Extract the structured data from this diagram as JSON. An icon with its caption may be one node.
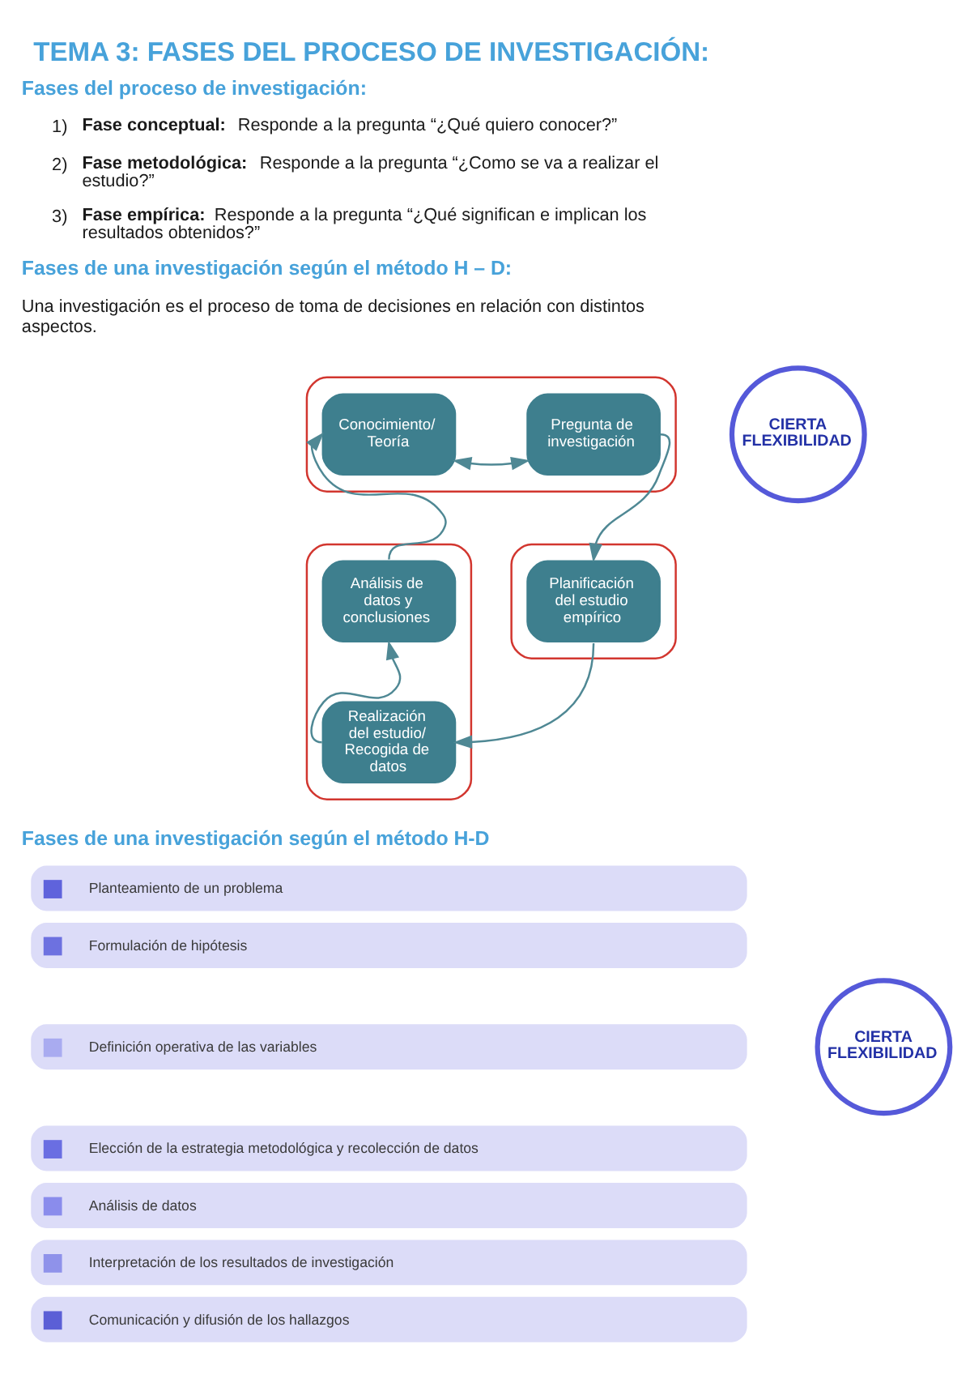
{
  "diagram": {
    "title": "TEMA 3: FASES DEL PROCESO DE INVESTIGACIÓN:",
    "nodes": [
      {
        "text": [],
        "shape": "ellipse"
      },
      {
        "text": [
          "Conocimiento/ Teoría"
        ],
        "in": 0
      },
      {
        "text": [
          "Pregunta de investigación"
        ],
        "in": 0
      },
      {
        "text": [
          "CIERTA FLEXIBILIDAD"
        ]
      },
      {
        "text": [],
        "shape": "ellipse"
      },
      {
        "text": [
          "Análisis de datos y conclusiones"
        ],
        "in": 4
      },
      {
        "text": [],
        "shape": "ellipse"
      },
      {
        "text": [
          "Planificación del estudio empírico"
        ],
        "in": 6
      },
      {
        "text": [
          "Realización del estudio/ Recogida de datos"
        ],
        "in": 4
      },
      {
        "text": [
          "Planteamiento de un problema"
        ]
      },
      {
        "text": [
          "Formulación de hipótesis"
        ]
      },
      {
        "text": [
          "Definición operativa de las variables"
        ]
      },
      {
        "text": [
          "CIERTA FLEXIBILIDAD"
        ]
      },
      {
        "text": [
          "Elección de la estrategia metodológica y recolección de datos"
        ]
      },
      {
        "text": [
          "Análisis de datos"
        ]
      },
      {
        "text": [
          "Interpretación de los resultados de investigación"
        ]
      },
      {
        "text": [
          "Comunicación y difusión de los hallazgos"
        ]
      }
    ],
    "edges": [
      {
        "from": 1,
        "to": 2,
        "arrow": "both"
      },
      {
        "from": 2,
        "to": 7,
        "arrow": "to"
      },
      {
        "from": 7,
        "to": 8,
        "arrow": "to"
      },
      {
        "from": 8,
        "to": 5,
        "arrow": "to"
      },
      {
        "from": 5,
        "to": 1,
        "arrow": "to"
      }
    ],
    "labels": [
      "Fases del proceso de investigación:",
      "1) **Fase conceptual:** Responde a la pregunta “¿Qué quiero conocer?”",
      "2) **Fase metodológica:** Responde a la pregunta “¿Como se va a realizar el estudio?”",
      "3) **Fase empírica:** Responde a la pregunta “¿Qué significan e implican los resultados obtenidos?”",
      "Fases de una investigación según el método H – D:",
      "Una investigación es el proceso de toma de decisiones en relación con distintos aspectos.",
      "Fases de una investigación según el método H-D"
    ]
  }
}
